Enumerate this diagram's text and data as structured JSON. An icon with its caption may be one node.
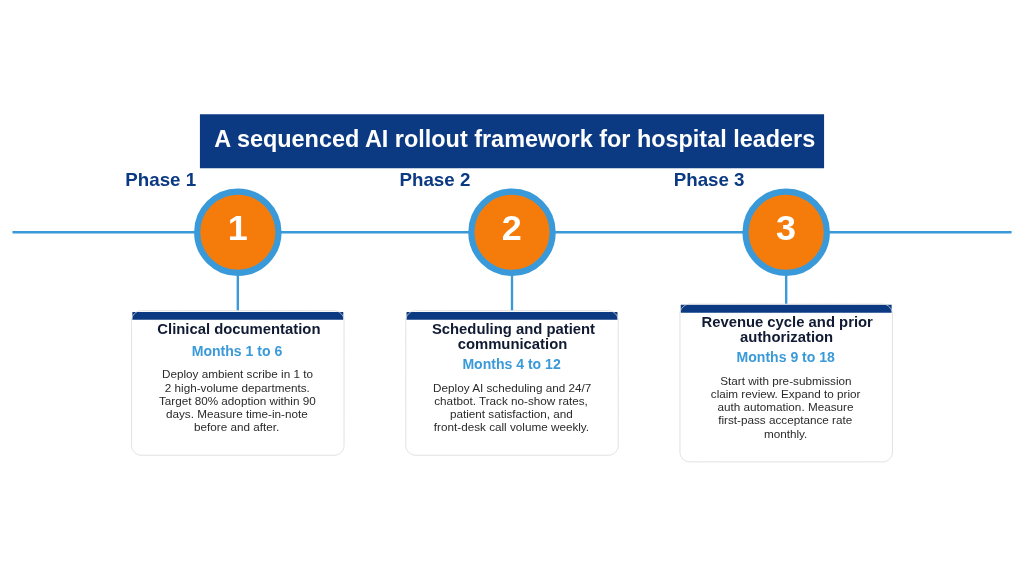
{
  "diagram": {
    "title": "A sequenced AI rollout framework for hospital leaders",
    "nodes": [
      {
        "text": [
          "Phase 1",
          "1"
        ]
      },
      {
        "text": [
          "Phase 2",
          "2"
        ]
      },
      {
        "text": [
          "Phase 3",
          "3"
        ]
      },
      {
        "text": [
          "Clinical documentation",
          "Months 1 to 6",
          "Deploy ambient scribe in 1 to 2 high-volume departments. Target 80% adoption within 90 days. Measure time-in-note before and after."
        ]
      },
      {
        "text": [
          "Scheduling and patient communication",
          "Months 4 to 12",
          "Deploy AI scheduling and 24/7 chatbot. Track no-show rates, patient satisfaction, and front-desk call volume weekly."
        ]
      },
      {
        "text": [
          "Revenue cycle and prior authorization",
          "Months 9 to 18",
          "Start with pre-submission claim review. Expand to prior auth automation. Measure first-pass acceptance rate monthly."
        ]
      }
    ],
    "edges": [
      {
        "from": null,
        "to": 0,
        "arrow": "none"
      },
      {
        "from": 0,
        "to": 1,
        "arrow": "none"
      },
      {
        "from": 1,
        "to": 2,
        "arrow": "none"
      },
      {
        "from": 2,
        "to": null,
        "arrow": "none"
      },
      {
        "from": 0,
        "to": 3,
        "arrow": "none"
      },
      {
        "from": 1,
        "to": 4,
        "arrow": "none"
      },
      {
        "from": 2,
        "to": 5,
        "arrow": "none"
      }
    ]
  }
}
